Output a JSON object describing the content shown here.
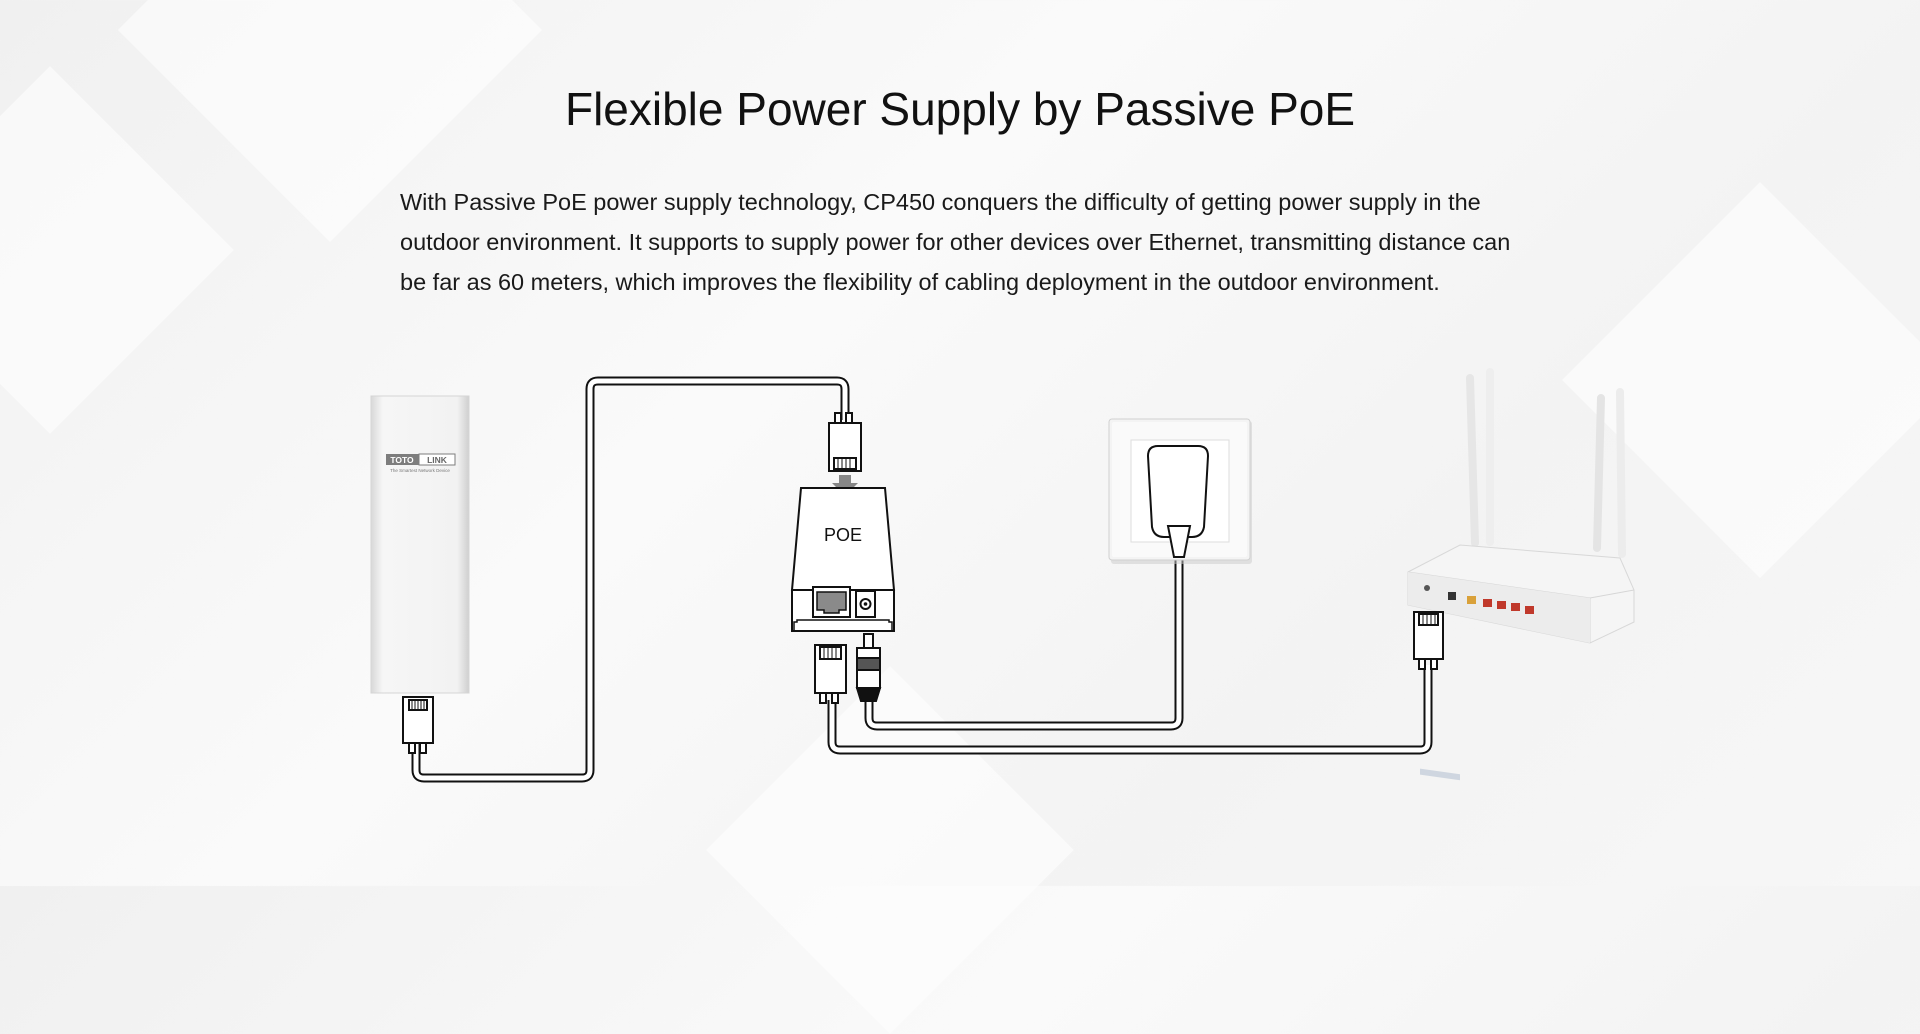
{
  "title": "Flexible Power Supply by Passive PoE",
  "description": "With Passive PoE power supply technology, CP450 conquers the difficulty of getting power supply in the outdoor environment. It supports to supply power for other devices over Ethernet, transmitting distance can be far as 60 meters, which improves the flexibility of cabling deployment in the outdoor environment.",
  "diagram": {
    "poe_label": "POE",
    "ap_brand": "TOTOLINK",
    "ap_tagline": "The Smartest Network Device"
  }
}
